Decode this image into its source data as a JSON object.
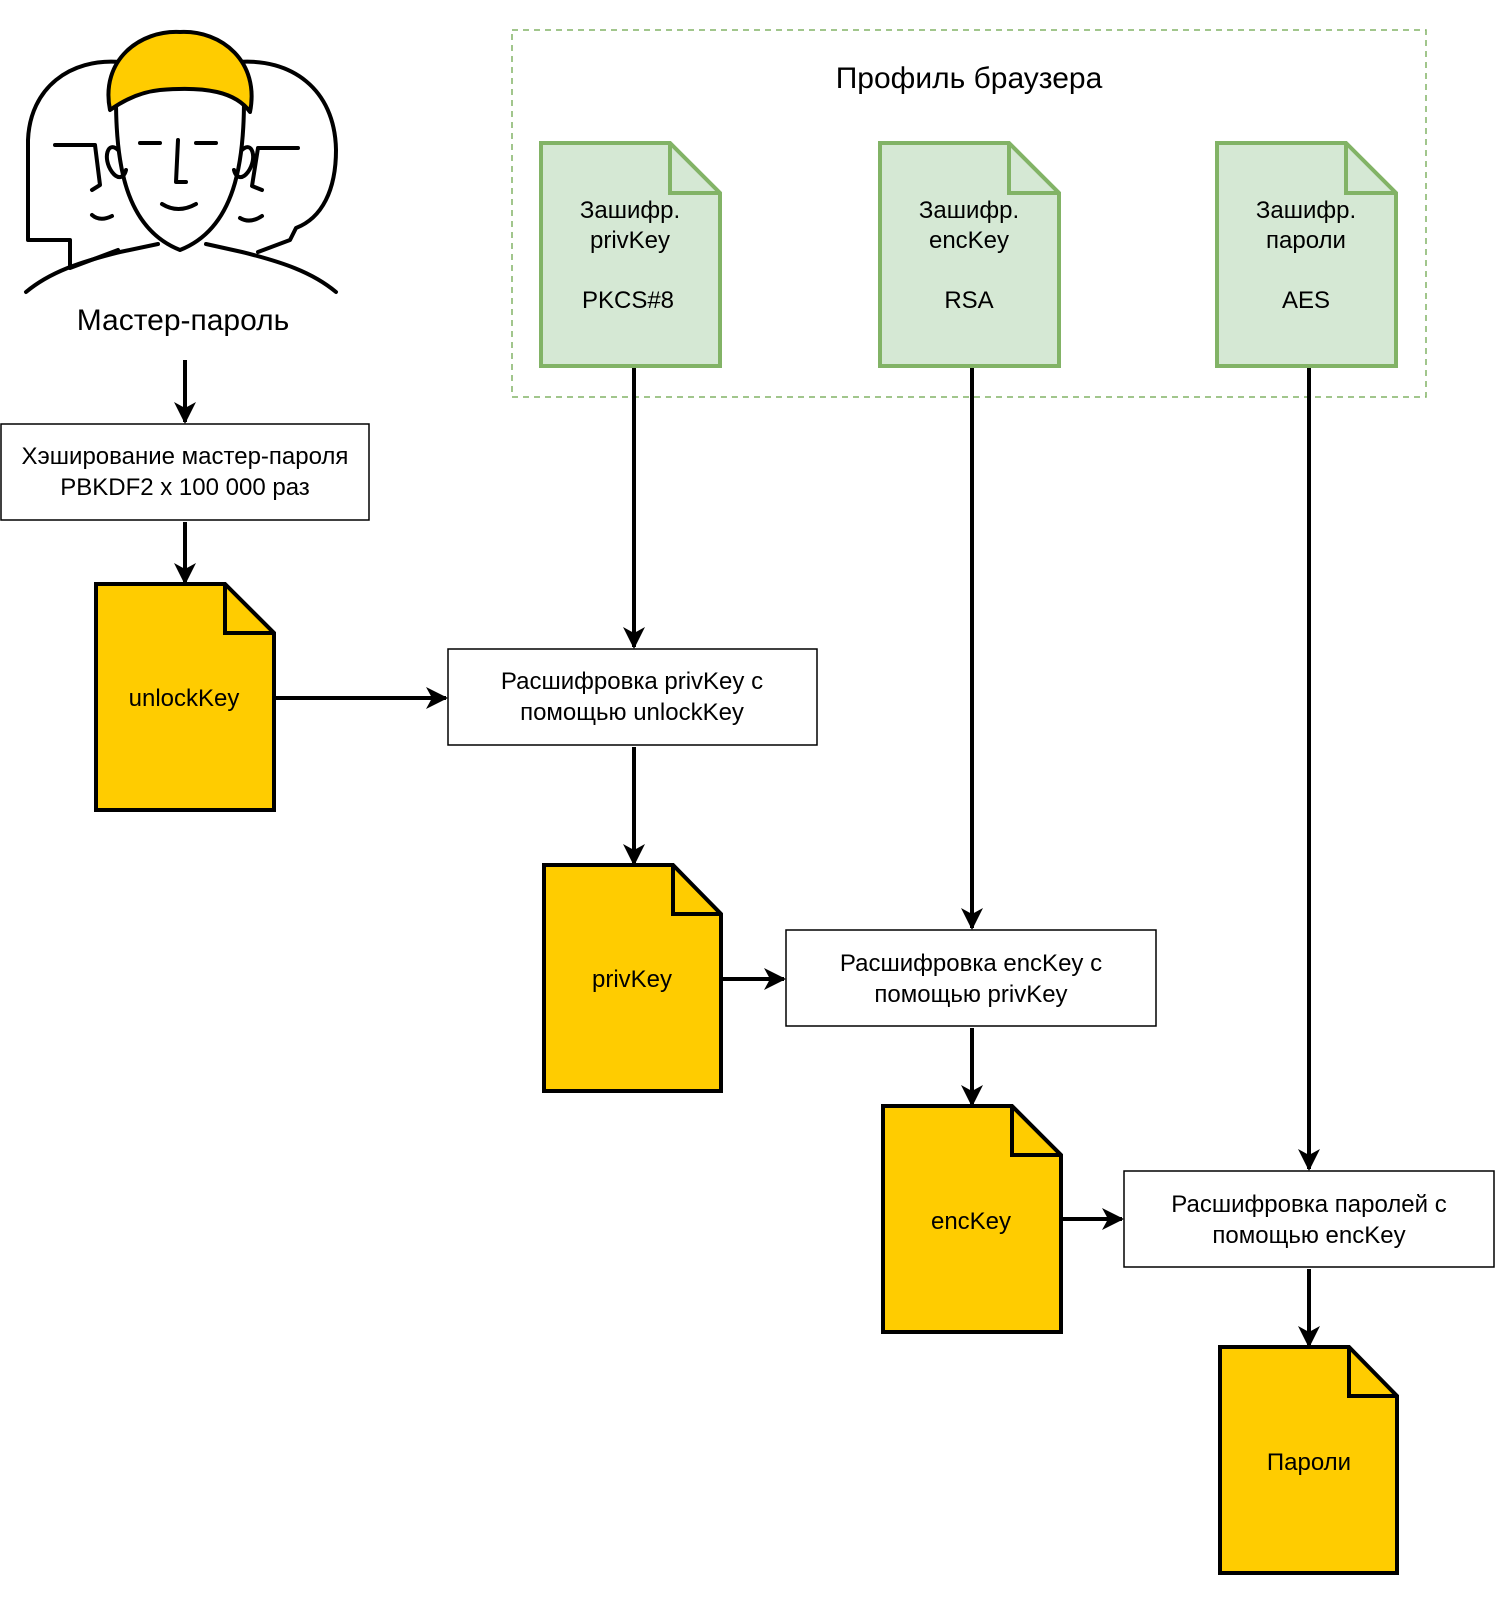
{
  "colors": {
    "key_fill": "#FFCC00",
    "key_stroke": "#000000",
    "enc_fill": "#D5E8D4",
    "enc_stroke": "#82B366",
    "profile_border": "#82B366",
    "line": "#000000"
  },
  "icons": {
    "users": "users-group-icon"
  },
  "user": {
    "label": "Мастер-пароль"
  },
  "profile": {
    "title": "Профиль браузера",
    "docs": [
      {
        "line1": "Зашифр.",
        "line2": "privKey",
        "line3": "PKCS#8"
      },
      {
        "line1": "Зашифр.",
        "line2": "encKey",
        "line3": "RSA"
      },
      {
        "line1": "Зашифр.",
        "line2": "пароли",
        "line3": "AES"
      }
    ]
  },
  "processes": {
    "hash": {
      "line1": "Хэширование мастер-пароля",
      "line2": "PBKDF2 x 100 000 раз"
    },
    "decrypt_priv": {
      "line1": "Расшифровка privKey с",
      "line2": "помощью unlockKey"
    },
    "decrypt_enc": {
      "line1": "Расшифровка encKey с",
      "line2": "помощью privKey"
    },
    "decrypt_pw": {
      "line1": "Расшифровка паролей с",
      "line2": "помощью encKey"
    }
  },
  "keys": {
    "unlock": "unlockKey",
    "priv": "privKey",
    "enc": "encKey",
    "passwords": "Пароли"
  }
}
